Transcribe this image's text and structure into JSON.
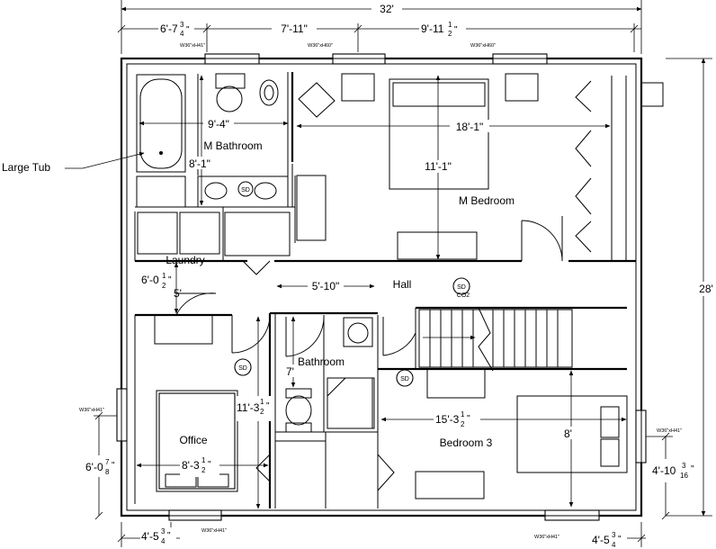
{
  "plan": {
    "overall_width": "32'",
    "overall_depth": "28'",
    "top_dims": [
      "6'-7",
      "7'-11\"",
      "9'-11"
    ],
    "top_dim_fracs": [
      "3",
      "4",
      "1",
      "2"
    ],
    "bottom_dims": [
      "4'-5",
      "4'-5"
    ],
    "bottom_fracs": [
      "3",
      "4",
      "3",
      "4"
    ],
    "left_dim": "6'-0",
    "left_frac": [
      "7",
      "8"
    ],
    "right_dim": "4'-10",
    "right_frac": [
      "3",
      "16"
    ],
    "callout": "Large Tub",
    "windows": {
      "w1": "W36\"xH41\"",
      "w2": "W36\"xH60\"",
      "w3": "W36\"xH60\"",
      "w4": "W36\"xH41\"",
      "w5": "W36\"xH41\"",
      "w6": "W36\"xH41\"",
      "w7": "W36\"xH41\""
    },
    "rooms": {
      "m_bathroom": "M Bathroom",
      "m_bedroom": "M Bedroom",
      "laundry": "Laundry",
      "hall": "Hall",
      "bathroom": "Bathroom",
      "office": "Office",
      "bedroom3": "Bedroom 3"
    },
    "room_dims": {
      "mbath_w": "9'-4\"",
      "mbath_d": "8'-1\"",
      "mbed_w": "18'-1\"",
      "mbed_d": "11'-1\"",
      "laundry_d": "6'-0",
      "laundry_frac": [
        "1",
        "2"
      ],
      "laundry_w": "5'",
      "hall_w": "5'-10\"",
      "bath_d": "7'",
      "office_d": "11'-3",
      "office_d_frac": [
        "1",
        "2"
      ],
      "office_w": "8'-3",
      "office_w_frac": [
        "1",
        "2"
      ],
      "bed3_w": "15'-3",
      "bed3_w_frac": [
        "1",
        "2"
      ],
      "bed3_d": "8'"
    },
    "smoke_detector": "SD",
    "co2_label": "CO2"
  }
}
